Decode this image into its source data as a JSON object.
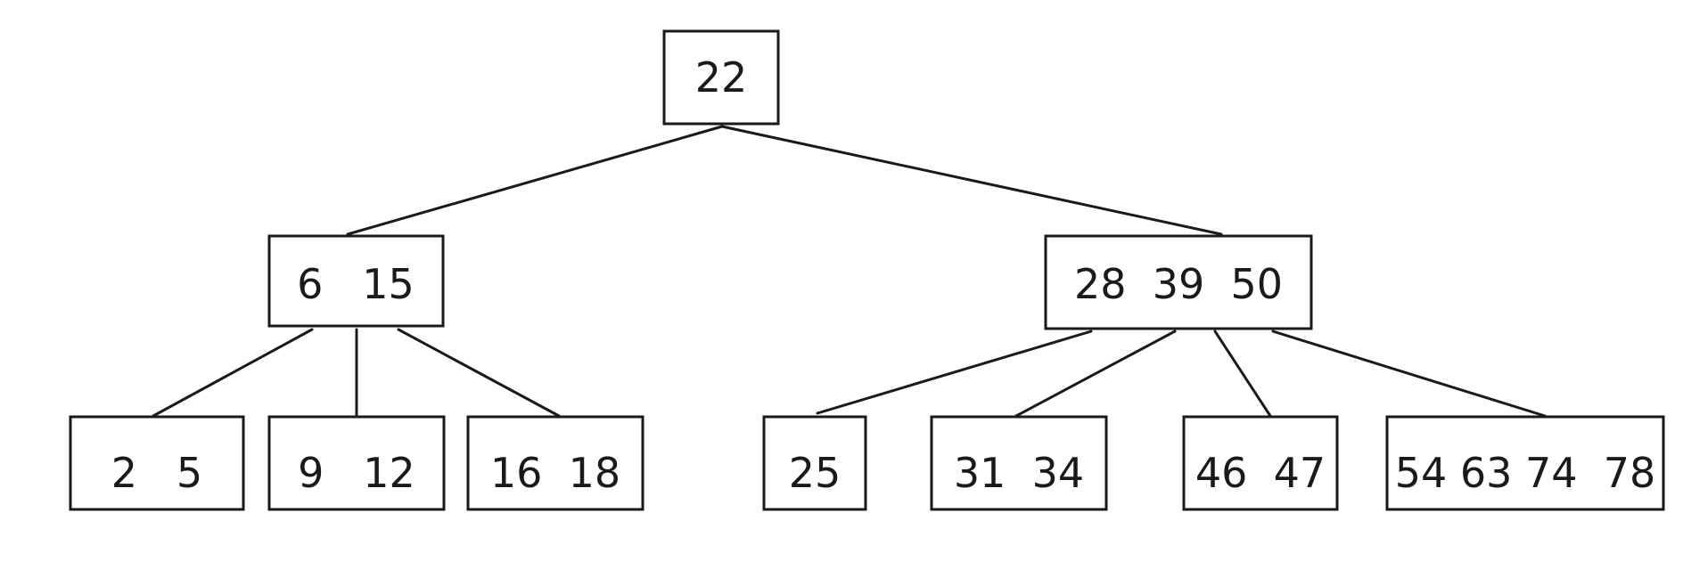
{
  "tree": {
    "root": {
      "keys": "22"
    },
    "level1": [
      {
        "keys": "6   15"
      },
      {
        "keys": "28  39  50"
      }
    ],
    "leaves": [
      {
        "keys": "2   5"
      },
      {
        "keys": "9   12"
      },
      {
        "keys": "16  18"
      },
      {
        "keys": "25"
      },
      {
        "keys": "31  34"
      },
      {
        "keys": "46  47"
      },
      {
        "keys": "54 63 74  78"
      }
    ]
  },
  "colors": {
    "stroke": "#1a1a1a",
    "background": "#ffffff"
  }
}
